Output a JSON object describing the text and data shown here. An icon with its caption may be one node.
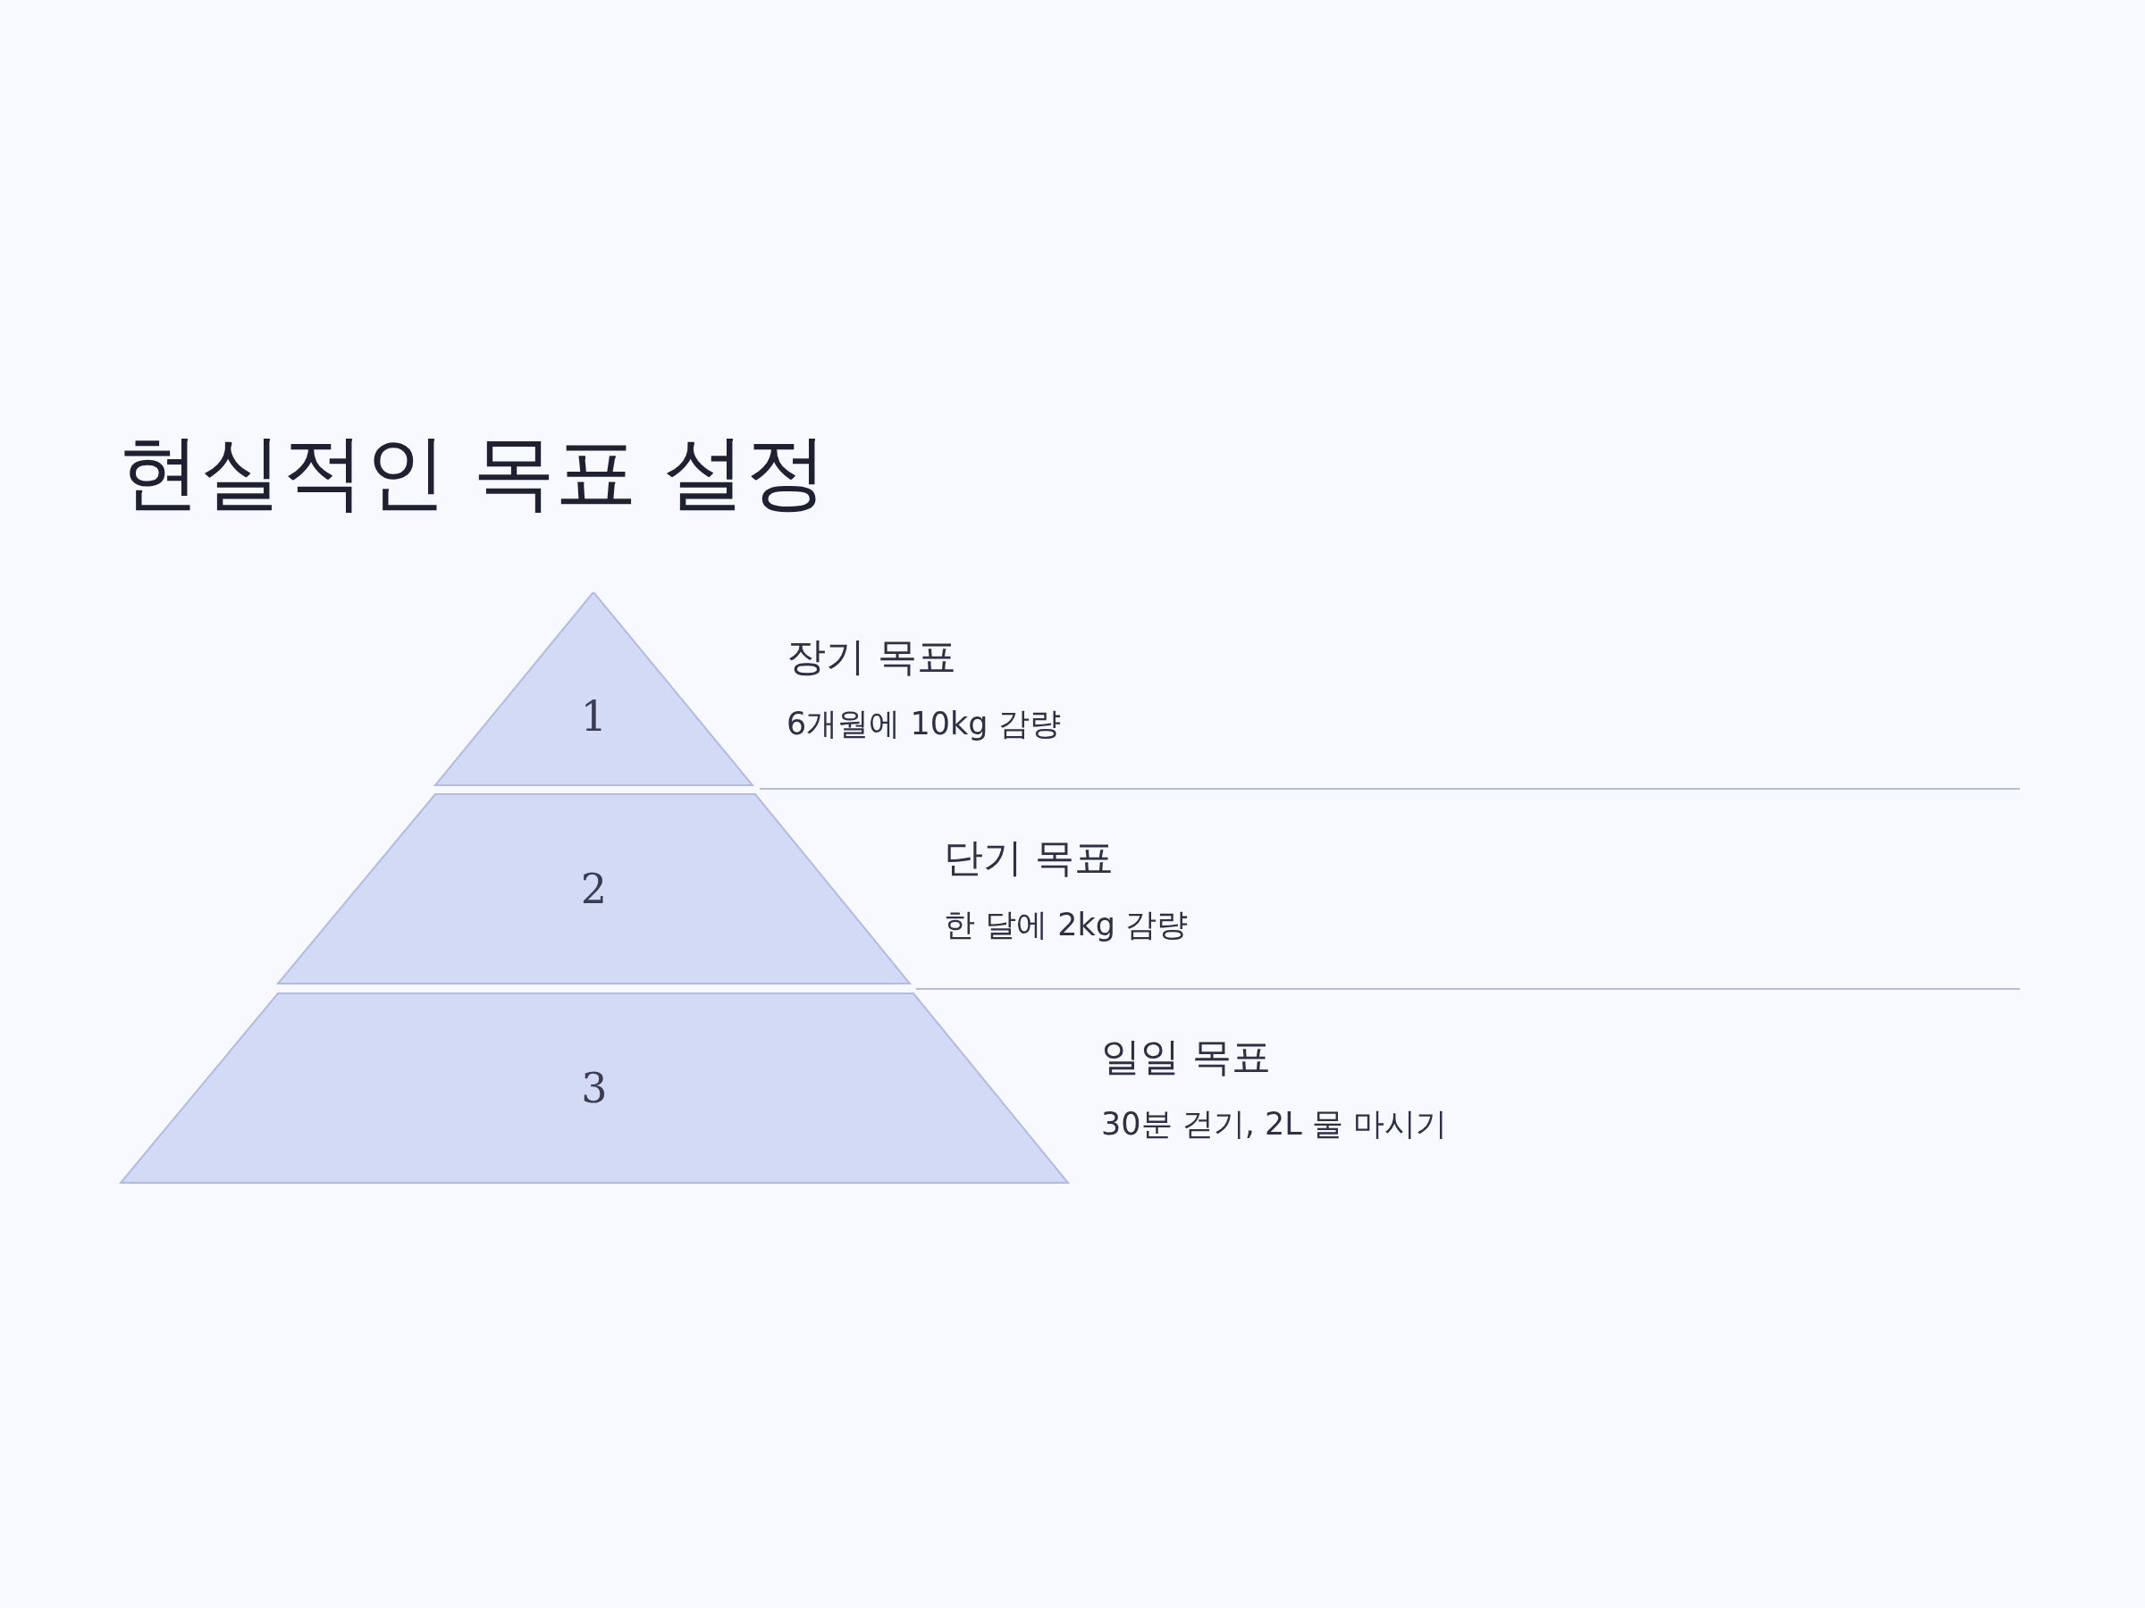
{
  "diagram": {
    "title": "현실적인 목표 설정",
    "nodes": [
      {
        "text": [
          "1"
        ],
        "beside": [
          "장기 목표",
          "6개월에 10kg 감량"
        ]
      },
      {
        "text": [
          "2"
        ],
        "beside": [
          "단기 목표",
          "한 달에 2kg 감량"
        ]
      },
      {
        "text": [
          "3"
        ],
        "beside": [
          "일일 목표",
          "30분 걷기, 2L 물 마시기"
        ]
      }
    ],
    "edges": []
  }
}
